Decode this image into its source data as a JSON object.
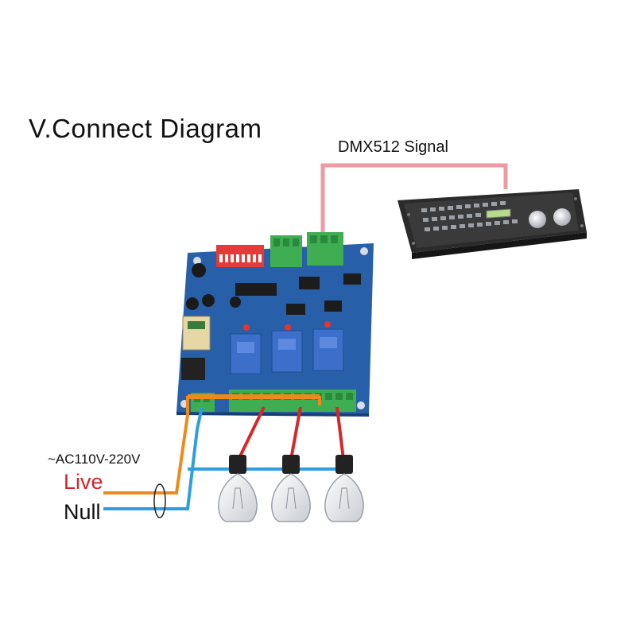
{
  "diagram": {
    "title": "V.Connect Diagram",
    "signal_label": "DMX512 Signal",
    "supply_label": "~AC110V-220V",
    "live_label": "Live",
    "null_label": "Null"
  },
  "colors": {
    "signal_wire": "#ee9aa2",
    "live_wire": "#ee8a1c",
    "null_wire": "#2e9ee0",
    "lamp_wire": "#d62828",
    "board": "#2760a8",
    "relay": "#3b6fc9",
    "terminal": "#3fae52",
    "dip_switch": "#e33a3a",
    "controller": "#2c2c2c"
  },
  "icons": [
    "dmx-controller-icon",
    "relay-board-icon",
    "light-bulb-icon",
    "cable-clamp-icon"
  ]
}
